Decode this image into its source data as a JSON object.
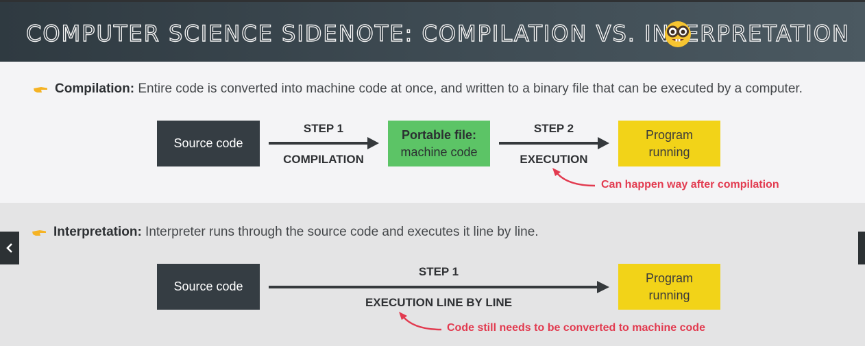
{
  "title": "COMPUTER SCIENCE SIDENOTE: COMPILATION VS. INTERPRETATION",
  "icons": {
    "title_emoji": "nerd-face-emoji",
    "bullet": "pointing-hand-icon",
    "nav_prev": "chevron-left-icon",
    "nav_next": "next-slide-tab"
  },
  "colors": {
    "header": "#3f4c54",
    "dark_box": "#353d43",
    "green_box": "#5cc466",
    "yellow_box": "#f2d318",
    "annotation": "#e23a4f"
  },
  "compilation": {
    "term": "Compilation:",
    "text": " Entire code is converted into machine code at once, and written to a binary file that can be executed by a computer.",
    "source_box": "Source code",
    "step1_label": "STEP 1",
    "step1_caption": "COMPILATION",
    "portable_title": "Portable file:",
    "portable_sub": "machine code",
    "step2_label": "STEP 2",
    "step2_caption": "EXECUTION",
    "program_box_line1": "Program",
    "program_box_line2": "running",
    "note": "Can happen way after compilation"
  },
  "interpretation": {
    "term": "Interpretation:",
    "text": " Interpreter runs through the source code and executes it line by line.",
    "source_box": "Source code",
    "step1_label": "STEP 1",
    "step1_caption": "EXECUTION LINE BY LINE",
    "program_box_line1": "Program",
    "program_box_line2": "running",
    "note": "Code still needs to be converted to machine code"
  }
}
